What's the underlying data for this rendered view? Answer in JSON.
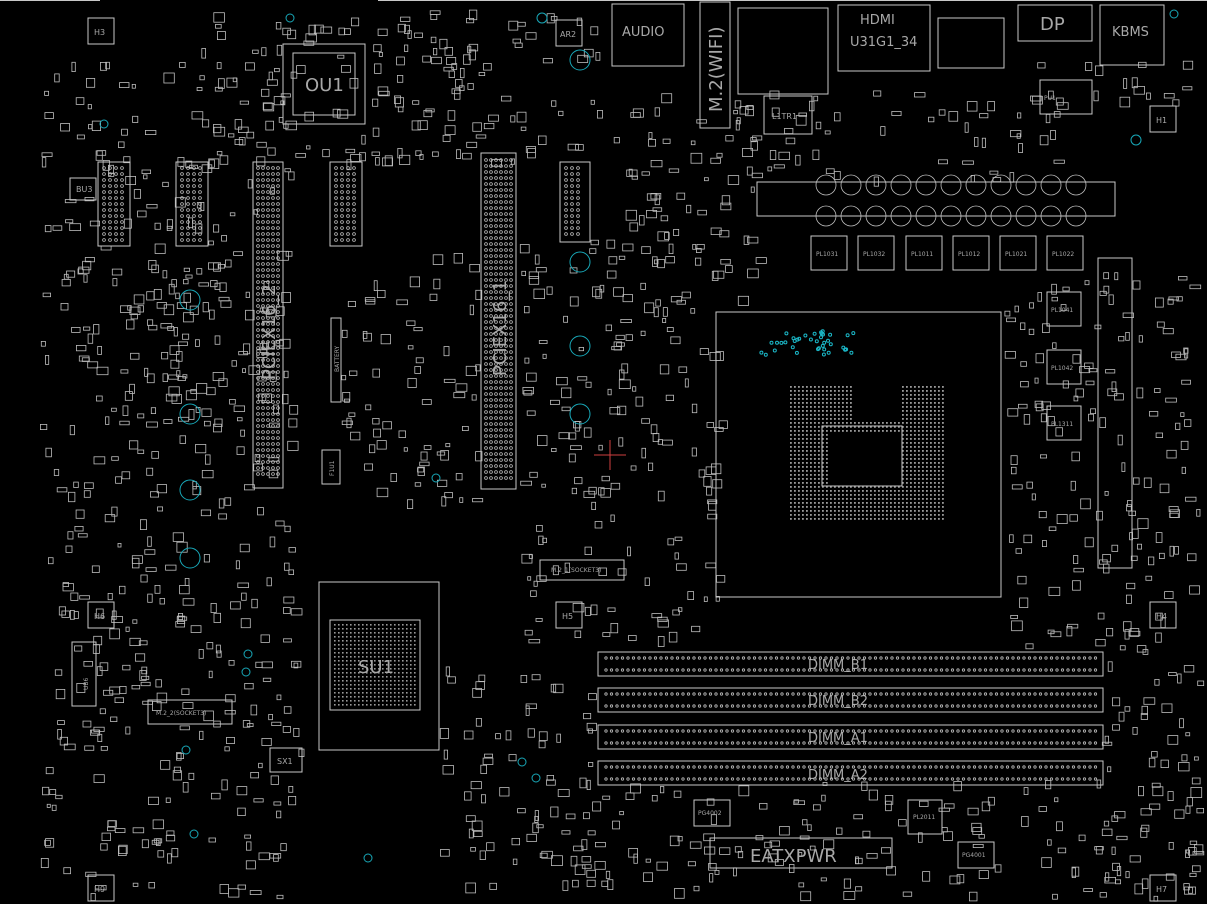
{
  "board": {
    "labels": {
      "ou1": "OU1",
      "audio": "AUDIO",
      "m2_wifi": "M.2(WIFI)",
      "hdmi": "HDMI",
      "u31g1_34": "U31G1_34",
      "dp": "DP",
      "kbms": "KBMS",
      "l1tr1": "L1TR1",
      "pciex16_2": "PCIEX16_2",
      "pciex16_1": "PCIEX16_1",
      "bu3": "BU3",
      "m2_1_socket3": "M.2_1(SOCKET3)",
      "m2_2_socket3": "M.2_2(SOCKET3)",
      "su1": "SU1",
      "sx1": "SX1",
      "eatxpwr": "EATXPWR",
      "dimm_b1": "DIMM_B1",
      "dimm_b2": "DIMM_B2",
      "dimm_a1": "DIMM_A1",
      "dimm_a2": "DIMM_A2",
      "pl2011": "PL2011",
      "pu1": "PU1",
      "pl1031": "PL1031",
      "pl1032": "PL1032",
      "pl1011": "PL1011",
      "pl1012": "PL1012",
      "pl1021": "PL1021",
      "pl1022": "PL1022",
      "pl1041": "PL1041",
      "pl1042": "PL1042",
      "pl1311": "PL1311",
      "h1": "H1",
      "h3": "H3",
      "h4": "H4",
      "h5": "H5",
      "h6": "H6",
      "h7": "H7",
      "h9": "H9",
      "ar2": "AR2",
      "battery": "BATTERY",
      "fu1": "F1U1",
      "pg4001": "PG4001",
      "pg4002": "PG4002",
      "ub6": "UB6"
    }
  }
}
